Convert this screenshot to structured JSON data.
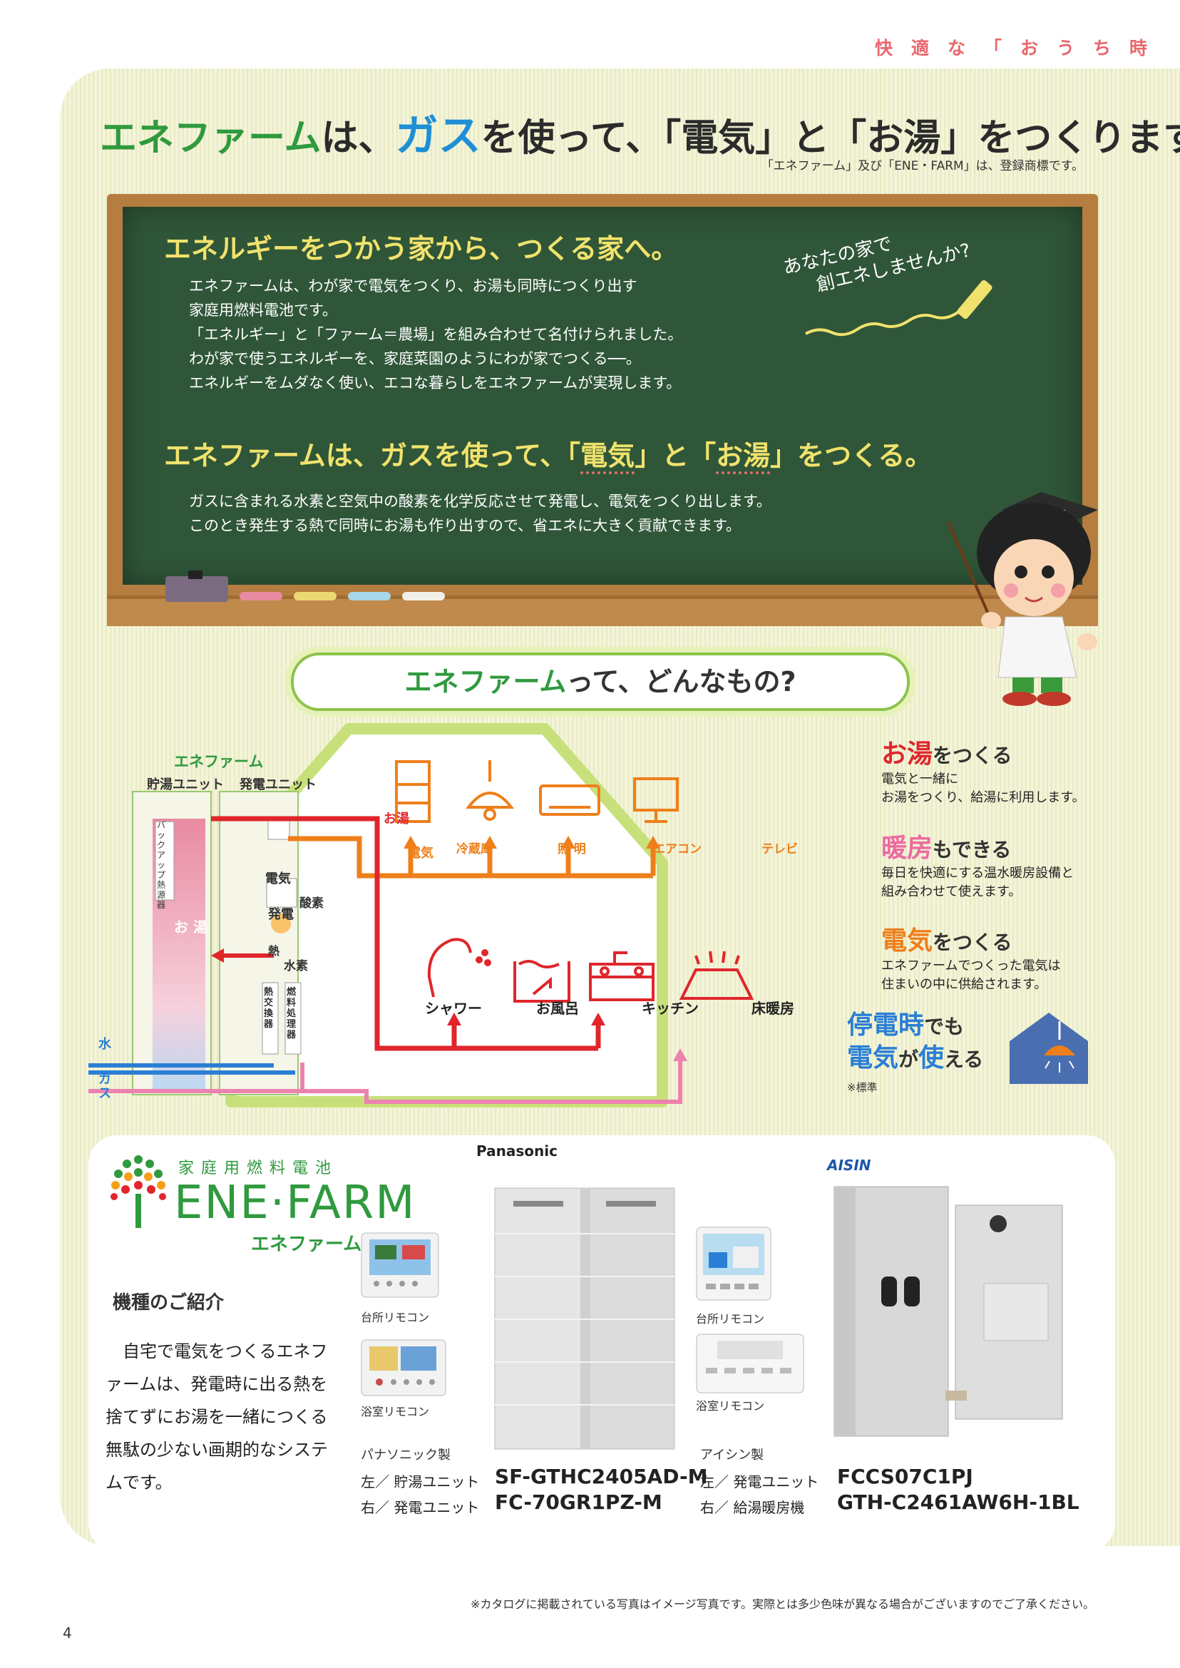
{
  "header": {
    "tag": "快適な「おうち時"
  },
  "title": {
    "part1": "エネファーム",
    "part2": "は、",
    "part3": "ガス",
    "part4": "を使って、「電気」と「お湯」をつくります。"
  },
  "trademark": "「エネファーム」及び「ENE・FARM」は、登録商標です。",
  "board": {
    "heading1": "エネルギーをつかう家から、つくる家へ。",
    "para1": [
      "エネファームは、わが家で電気をつくり、お湯も同時につくり出す",
      "家庭用燃料電池です。",
      "「エネルギー」と「ファーム＝農場」を組み合わせて名付けられました。",
      "わが家で使うエネルギーを、家庭菜園のようにわが家でつくる──。",
      "エネルギーをムダなく使い、エコな暮らしをエネファームが実現します。"
    ],
    "note_line1": "あなたの家で",
    "note_line2": "創エネしませんか?",
    "heading2_a": "エネファームは、ガスを使って、「",
    "heading2_b": "電気",
    "heading2_c": "」と「",
    "heading2_d": "お湯",
    "heading2_e": "」をつくる。",
    "para2": [
      "ガスに含まれる水素と空気中の酸素を化学反応させて発電し、電気をつくり出します。",
      "このとき発生する熱で同時にお湯も作り出すので、省エネに大きく貢献できます。"
    ]
  },
  "pill": {
    "part1": "エネファーム",
    "part2": "って、どんなもの?"
  },
  "diagram": {
    "enefarm_label": "エネファーム",
    "tank_unit": "貯湯ユニット",
    "power_unit": "発電ユニット",
    "backup_heater": "バックアップ熱源器",
    "hot_water": "お 湯",
    "electricity_box": "電気",
    "generation": "発電",
    "oxygen": "酸素",
    "heat": "熱",
    "hydrogen": "水素",
    "heat_exchanger": "熱交換器",
    "fuel_processor": "燃料処理器",
    "water": "水",
    "gas": "ガス",
    "line_hot_water": "お湯",
    "line_electricity": "電気",
    "appliances_top": [
      "冷蔵庫",
      "照 明",
      "エアコン",
      "テレビ"
    ],
    "appliances_bottom": [
      "シャワー",
      "お風呂",
      "キッチン",
      "床暖房"
    ],
    "colors": {
      "electric": "#ee7f1a",
      "hot": "#e0262b",
      "water": "#2a7fd4",
      "gas": "#ec82b0",
      "house": "#c8e07a"
    }
  },
  "side": {
    "f1_head_a": "お湯",
    "f1_head_b": "をつくる",
    "f1_text": [
      "電気と一緒に",
      "お湯をつくり、給湯に利用します。"
    ],
    "f2_head_a": "暖房",
    "f2_head_b": "もできる",
    "f2_text": [
      "毎日を快適にする温水暖房設備と",
      "組み合わせて使えます。"
    ],
    "f3_head_a": "電気",
    "f3_head_b": "をつくる",
    "f3_text": [
      "エネファームでつくった電気は",
      "住まいの中に供給されます。"
    ],
    "outage_a": "停電時",
    "outage_b": "でも",
    "outage_c": "電気",
    "outage_d": "が",
    "outage_e": "使",
    "outage_f": "える",
    "standard": "※標準"
  },
  "product": {
    "logo_sub": "家庭用燃料電池",
    "logo_main": "ENE·FARM",
    "logo_kana": "エネファーム",
    "intro_heading": "機種のご紹介",
    "intro_text": "　自宅で電気をつくるエネファームは、発電時に出る熱を捨てずにお湯を一緒につくる無駄の少ない画期的なシステムです。",
    "panasonic": {
      "brand": "Panasonic",
      "kitchen_remote": "台所リモコン",
      "bath_remote": "浴室リモコン",
      "maker": "パナソニック製",
      "left_label": "左／ 貯湯ユニット",
      "left_model": "SF-GTHC2405AD-M",
      "right_label": "右／ 発電ユニット",
      "right_model": "FC-70GR1PZ-M"
    },
    "aisin": {
      "brand": "AISIN",
      "kitchen_remote": "台所リモコン",
      "bath_remote": "浴室リモコン",
      "maker": "アイシン製",
      "left_label": "左／ 発電ユニット",
      "left_model": "FCCS07C1PJ",
      "right_label": "右／ 給湯暖房機",
      "right_model": "GTH-C2461AW6H-1BL"
    }
  },
  "footnote": "※カタログに掲載されている写真はイメージ写真です。実際とは多少色味が異なる場合がございますのでご了承ください。",
  "page_number": "4"
}
